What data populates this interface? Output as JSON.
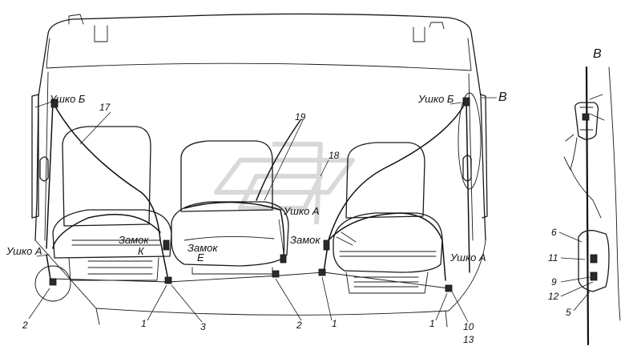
{
  "labels": {
    "ushko_b_left": "Ушко Б",
    "ushko_b_right": "Ушко Б",
    "ushko_a_left": "Ушко А",
    "ushko_a_center": "Ушко А",
    "ushko_a_right": "Ушко А",
    "zamok_k_1": "Замок",
    "zamok_k_2": "К",
    "zamok_e_1": "Замок",
    "zamok_e_2": "Е",
    "zamok_right": "Замок",
    "view_b_callout": "В",
    "view_b_title": "В"
  },
  "callouts": {
    "n17": "17",
    "n19": "19",
    "n18": "18",
    "n2a": "2",
    "n1a": "1",
    "n3": "3",
    "n2b": "2",
    "n1b": "1",
    "n1c": "1",
    "n10": "10",
    "n13": "13",
    "n6": "6",
    "n11": "11",
    "n9": "9",
    "n12": "12",
    "n5": "5"
  }
}
